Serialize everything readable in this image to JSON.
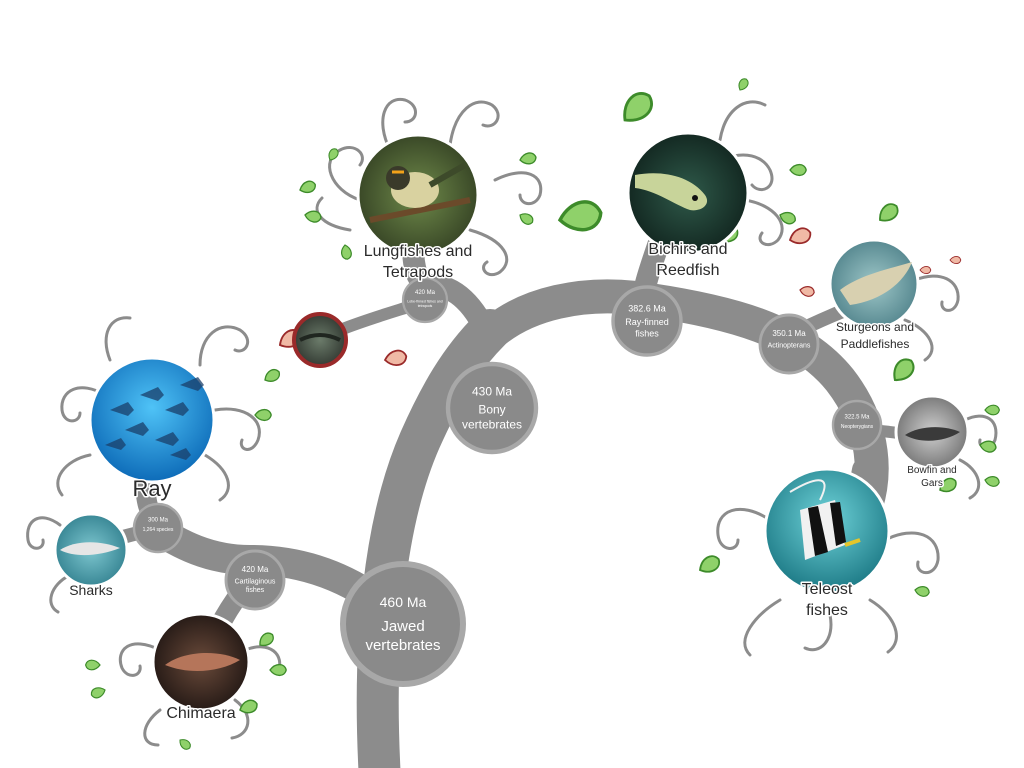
{
  "tree_nodes": [
    {
      "id": "jawed",
      "age": "460 Ma",
      "name": "Jawed vertebrates"
    },
    {
      "id": "bony",
      "age": "430 Ma",
      "name": "Bony vertebrates"
    },
    {
      "id": "cart",
      "age": "420 Ma",
      "name": "Cartilaginous fishes"
    },
    {
      "id": "ray-shark",
      "age": "300 Ma",
      "name": "1,264 species"
    },
    {
      "id": "lobe",
      "age": "420 Ma",
      "name": "Lobe-finned fishes and tetrapods"
    },
    {
      "id": "rayfin",
      "age": "382.6 Ma",
      "name": "Ray-finned fishes"
    },
    {
      "id": "actino",
      "age": "350.1 Ma",
      "name": "Actinopterans"
    },
    {
      "id": "neo",
      "age": "322.5 Ma",
      "name": "Neopterygians"
    }
  ],
  "clades": {
    "ray": "Ray",
    "sharks": "Sharks",
    "chimaera": "Chimaera",
    "lungfishes_line1": "Lungfishes and",
    "lungfishes_line2": "Tetrapods",
    "bichirs_line1": "Bichirs and",
    "bichirs_line2": "Reedfish",
    "sturgeons_line1": "Sturgeons and",
    "sturgeons_line2": "Paddlefishes",
    "bowfin_line1": "Bowfin and",
    "bowfin_line2": "Gars",
    "teleost_line1": "Teleost",
    "teleost_line2": "fishes"
  },
  "colors": {
    "branch": "#8c8c8c",
    "leaf_green": "#8fd16a",
    "leaf_red": "#f0b9a5"
  }
}
